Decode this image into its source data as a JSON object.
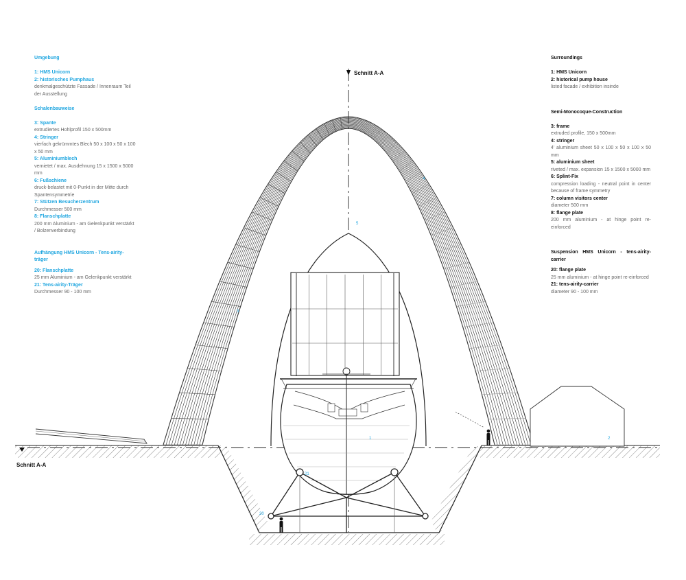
{
  "section_label": "Schnitt A-A",
  "section_label_top": "Schnitt A-A",
  "left": {
    "surroundings_heading": "Umgebung",
    "surroundings": [
      {
        "label": "1: HMS Unicorn"
      },
      {
        "label": "2: historisches Pumphaus",
        "desc": "denkmalgeschützte Fassade / Innenraum Teil der Ausstellung"
      }
    ],
    "construction_heading": "Schalenbauweise",
    "construction": [
      {
        "label": "3: Spante",
        "desc": "extrudiertes Hohlprofil 150 x 500mm"
      },
      {
        "label": "4: Stringer",
        "desc": "vierfach gekrümmtes Blech 50 x 100 x 50 x 100 x 50 mm"
      },
      {
        "label": "5: Aluminiumblech",
        "desc": "vernietet / max. Ausdehnung 15 x 1500 x 5000 mm"
      },
      {
        "label": "6: Fußschiene",
        "desc": "druck-belastet mit 0-Punkt in der Mitte durch Spantensymmetrie"
      },
      {
        "label": "7: Stützen Besucherzentrum",
        "desc": "Durchmesser 500 mm"
      },
      {
        "label": "8: Flanschplatte",
        "desc": "200 mm Aluminium - am Gelenkpunkt verstärkt / Bolzenverbindung"
      }
    ],
    "suspension_heading": "Aufhängung HMS Unicorn - Tens-airity-träger",
    "suspension": [
      {
        "label": "20: Flanschplatte",
        "desc": "25 mm Aluminium - am Gelenkpunkt verstärkt"
      },
      {
        "label": "21: Tens-airity-Träger",
        "desc": "Durchmesser 90 - 100 mm"
      }
    ]
  },
  "right": {
    "surroundings_heading": "Surroundings",
    "surroundings": [
      {
        "label": "1: HMS Unicorn"
      },
      {
        "label": "2: historical pump house",
        "desc": "listed facade / exhibition insinde"
      }
    ],
    "construction_heading": "Semi-Monocoque-Construction",
    "construction": [
      {
        "label": "3: frame",
        "desc": "extruded profile, 150 x 500mm"
      },
      {
        "label": "4: stringer",
        "desc": "4' aluminium sheet 50 x 100 x 50 x 100 x 50 mm"
      },
      {
        "label": "5: aluminium sheet",
        "desc": "riveted / max. expansion 15 x 1500 x 5000 mm"
      },
      {
        "label": "6: Splint-Fix",
        "desc": "compression loading - neutral point in center because of frame symmetry"
      },
      {
        "label": "7: column visitors center",
        "desc": "diameter 500 mm"
      },
      {
        "label": "8: flange plate",
        "desc": "200 mm aluminium - at hinge point re-einforced"
      }
    ],
    "suspension_heading": "Suspension HMS Unicorn - tens-airity-carrier",
    "suspension": [
      {
        "label": "20: flange plate",
        "desc": "25 mm aluminium - at hinge point re-einforced"
      },
      {
        "label": "21: tens-airity-carrier",
        "desc": "diameter 90 - 100 mm"
      }
    ]
  },
  "callouts": {
    "ship": "1",
    "pumphouse": "2",
    "shell": "4",
    "frame": "3",
    "inner": "5",
    "tens": "21",
    "flange": "20"
  },
  "colors": {
    "accent": "#1fa6e0",
    "line": "#222222"
  }
}
